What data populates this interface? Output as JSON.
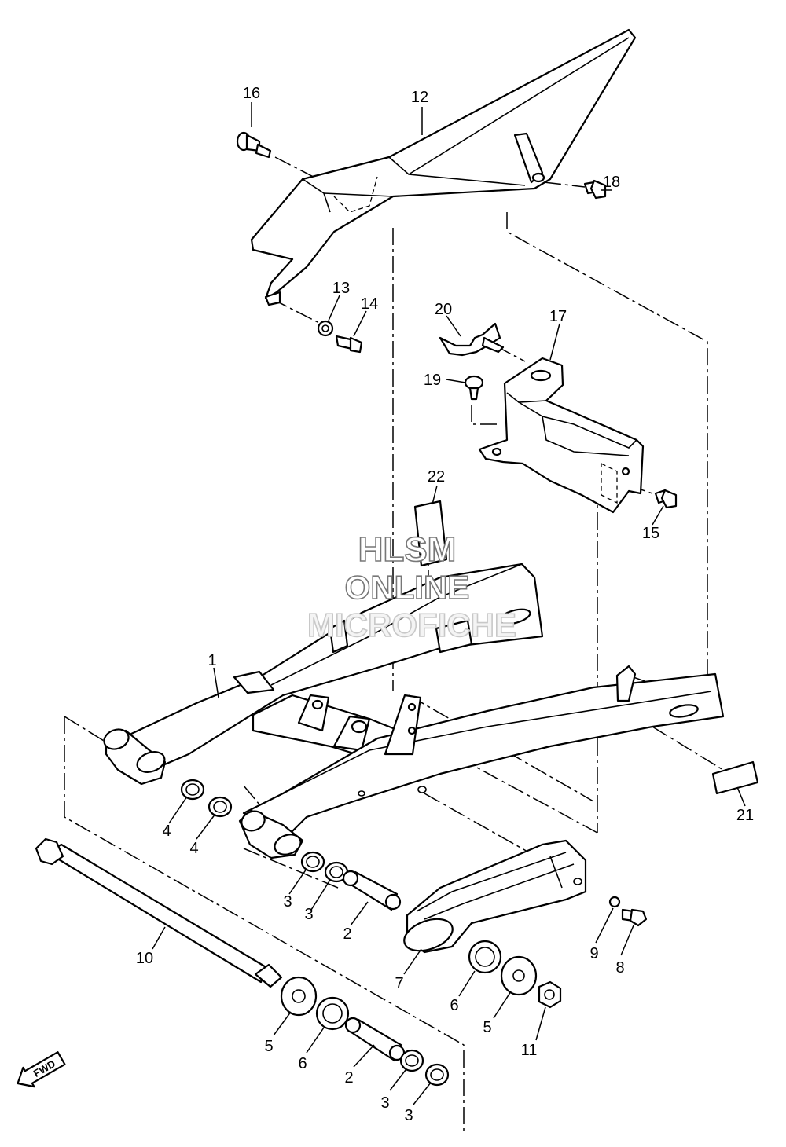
{
  "watermark": {
    "line1": "HLSM",
    "line2": "ONLINE",
    "line3": "MICROFICHE"
  },
  "direction_badge": {
    "label": "FWD",
    "icon": "forward-arrow-icon"
  },
  "callouts": {
    "c1": "1",
    "c2a": "2",
    "c2b": "2",
    "c3a": "3",
    "c3b": "3",
    "c3c": "3",
    "c3d": "3",
    "c4a": "4",
    "c4b": "4",
    "c5a": "5",
    "c5b": "5",
    "c6a": "6",
    "c6b": "6",
    "c7": "7",
    "c8": "8",
    "c9": "9",
    "c10": "10",
    "c11": "11",
    "c12": "12",
    "c13": "13",
    "c14": "14",
    "c15": "15",
    "c16": "16",
    "c17": "17",
    "c18": "18",
    "c19": "19",
    "c20": "20",
    "c21": "21",
    "c22": "22"
  },
  "colors": {
    "line": "#000000",
    "background": "#ffffff",
    "watermark_outline": "#777777"
  }
}
